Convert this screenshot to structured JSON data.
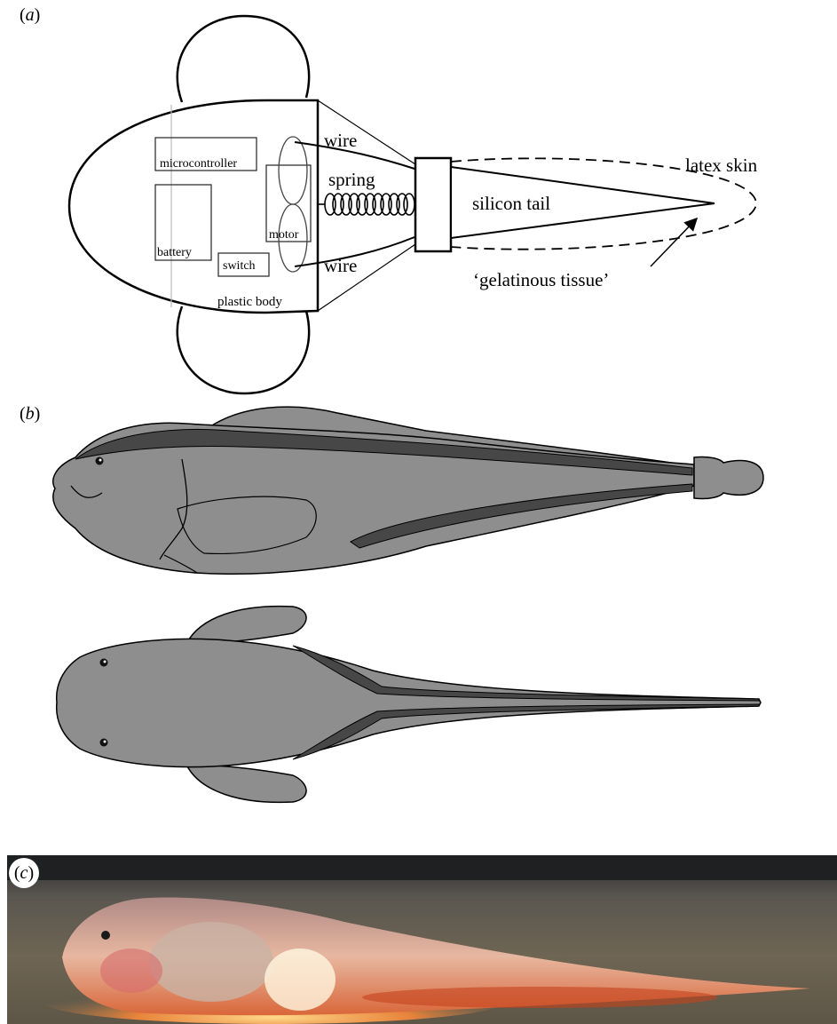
{
  "panels": {
    "a": {
      "label_open": "(",
      "letter": "a",
      "label_close": ")"
    },
    "b": {
      "label_open": "(",
      "letter": "b",
      "label_close": ")"
    },
    "c": {
      "label_open": "(",
      "letter": "c",
      "label_close": ")"
    }
  },
  "diagram_a": {
    "microcontroller": "microcontroller",
    "battery": "battery",
    "switch": "switch",
    "motor": "motor",
    "plastic_body": "plastic body",
    "wire_top": "wire",
    "wire_bottom": "wire",
    "spring": "spring",
    "silicon_tail": "silicon tail",
    "latex_skin": "latex skin",
    "gelatinous_tissue": "‘gelatinous tissue’"
  },
  "colors": {
    "fish_body": "#8e8e8e",
    "fish_dark": "#474747",
    "outline": "#000000",
    "photo_bg": "#6b6250"
  }
}
